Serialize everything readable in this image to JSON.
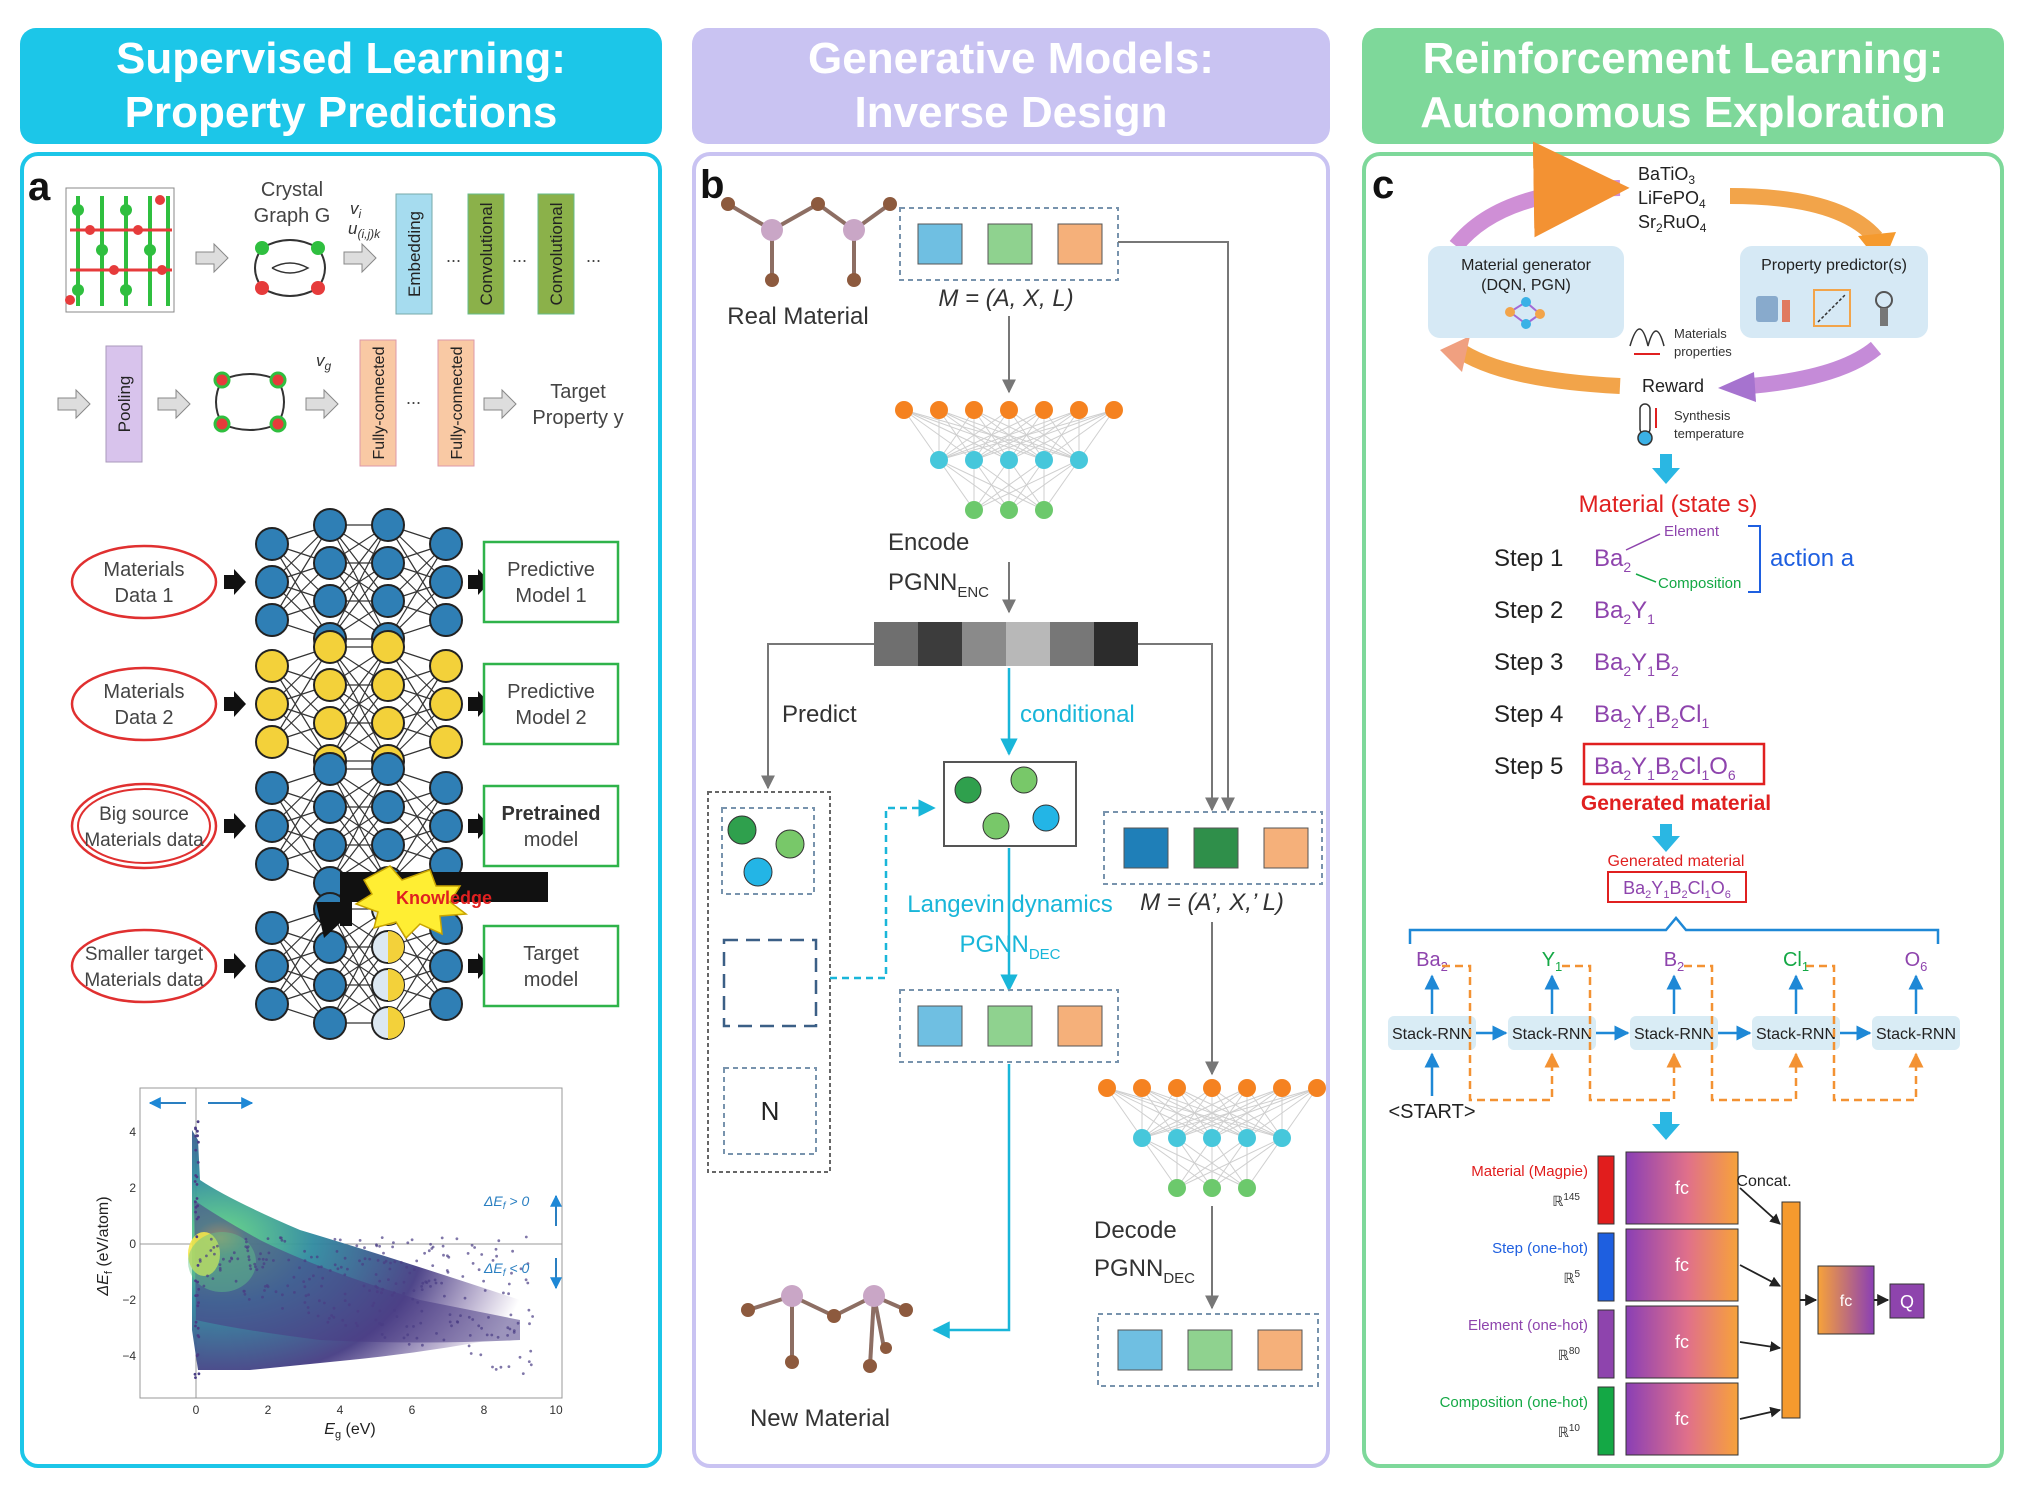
{
  "headers": {
    "a": {
      "line1": "Supervised Learning:",
      "line2": "Property Predictions",
      "color": "#1cc6e8"
    },
    "b": {
      "line1": "Generative Models:",
      "line2": "Inverse Design",
      "color": "#c9c3f2"
    },
    "c": {
      "line1": "Reinforcement Learning:",
      "line2": "Autonomous Exploration",
      "color": "#7ed89a"
    }
  },
  "panel_a": {
    "letter": "a",
    "crystal_graph": "Crystal",
    "crystal_graph_2": "Graph G",
    "vi": "v",
    "vi_sub": "i",
    "uij": "u",
    "uij_sub": "(i,j)k",
    "embedding": "Embedding",
    "convolutional": "Convolutional",
    "dots": "...",
    "pooling": "Pooling",
    "vg": "v",
    "vg_sub": "g",
    "fully_connected": "Fully-connected",
    "target_property_1": "Target",
    "target_property_2": "Property y",
    "rows": [
      {
        "in1": "Materials",
        "in2": "Data 1",
        "out1": "Predictive",
        "out2": "Model  1"
      },
      {
        "in1": "Materials",
        "in2": "Data 2",
        "out1": "Predictive",
        "out2": "Model  2"
      },
      {
        "in1": "Big source",
        "in2": "Materials data",
        "out1": "Pretrained",
        "out2": "model"
      },
      {
        "in1": "Smaller target",
        "in2": "Materials data",
        "out1": "Target",
        "out2": "model"
      }
    ],
    "knowledge": "Knowledge",
    "plot": {
      "ylabel": "ΔE",
      "ylabel_sub": "f",
      "ylabel_unit": " (eV/atom)",
      "xlabel": "E",
      "xlabel_sub": "g",
      "xlabel_unit": " (eV)",
      "xticks": [
        "0",
        "2",
        "4",
        "6",
        "8",
        "10"
      ],
      "yticks": [
        "4",
        "2",
        "0",
        "−2",
        "−4"
      ],
      "ann_pos": "ΔE",
      "ann_pos_rest": " > 0",
      "ann_neg": "ΔE",
      "ann_neg_rest": " < 0",
      "ann_sub": "f"
    }
  },
  "panel_b": {
    "letter": "b",
    "real_material": "Real Material",
    "m_label": "M = (A, X, L)",
    "encode": "Encode",
    "pgnn_enc": "PGNN",
    "enc_sub": "ENC",
    "predict": "Predict",
    "conditional": "conditional",
    "langevin": "Langevin dynamics",
    "pgnn_dec": "PGNN",
    "dec_sub": "DEC",
    "m_prime": "M = (A’, X,’ L)",
    "n_label": "N",
    "decode": "Decode",
    "new_material": "New Material",
    "colors": {
      "blue": "#6fbfe2",
      "green": "#8fd28f",
      "orange": "#f5b07a",
      "dblue": "#1f7fb8",
      "dgreen": "#2f8f4a"
    }
  },
  "panel_c": {
    "letter": "c",
    "materials": [
      "BaTiO",
      "LiFePO",
      "Sr"
    ],
    "material_generator": "Material generator",
    "generator_sub": "(DQN, PGN)",
    "property_predictor": "Property predictor(s)",
    "materials_properties_1": "Materials",
    "materials_properties_2": "properties",
    "reward": "Reward",
    "synthesis_1": "Synthesis",
    "synthesis_2": "temperature",
    "material_state": "Material (state s)",
    "element": "Element",
    "composition": "Composition",
    "action": "action a",
    "steps": [
      "Step 1",
      "Step 2",
      "Step 3",
      "Step 4",
      "Step 5"
    ],
    "generated_material": "Generated material",
    "start": "<START>",
    "stack_rnn": "Stack-RNN",
    "outputs": [
      "Ba",
      "Y",
      "B",
      "Cl",
      "O"
    ],
    "output_subs": [
      "2",
      "1",
      "2",
      "1",
      "6"
    ],
    "inputs": [
      {
        "label": "Material (Magpie)",
        "dim": "145",
        "color": "#e11d1d"
      },
      {
        "label": "Step (one-hot)",
        "dim": "5",
        "color": "#1e5fe0"
      },
      {
        "label": "Element (one-hot)",
        "dim": "80",
        "color": "#8e44ad"
      },
      {
        "label": "Composition (one-hot)",
        "dim": "10",
        "color": "#14a845"
      }
    ],
    "fc": "fc",
    "concat": "Concat.",
    "q": "Q",
    "r": "ℝ"
  }
}
